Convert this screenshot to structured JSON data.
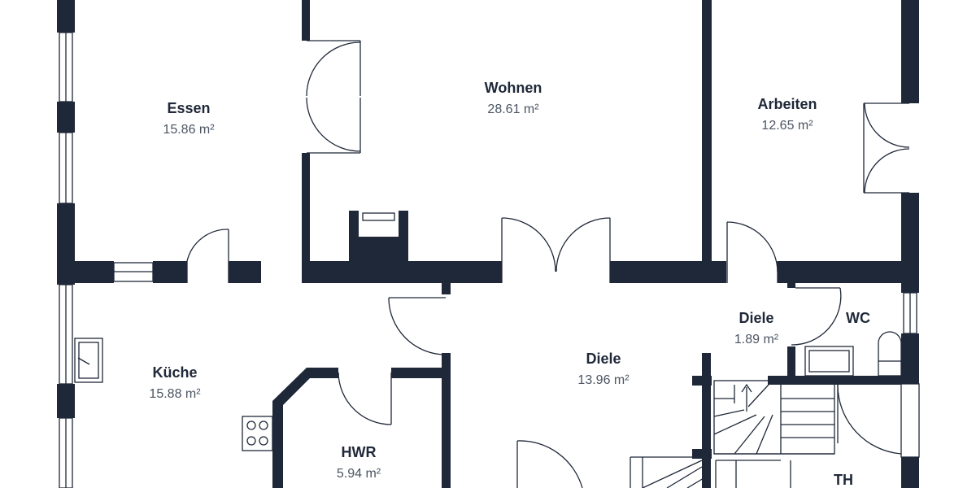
{
  "colors": {
    "wall": "#1f2838",
    "background": "#ffffff",
    "label": "#1f2838",
    "area": "#4b5563"
  },
  "rooms": [
    {
      "name": "Essen",
      "area": "15.86 m²"
    },
    {
      "name": "Wohnen",
      "area": "28.61 m²"
    },
    {
      "name": "Arbeiten",
      "area": "12.65 m²"
    },
    {
      "name": "Küche",
      "area": "15.88 m²"
    },
    {
      "name": "Diele",
      "area": "13.96 m²"
    },
    {
      "name": "Diele",
      "area": "1.89 m²"
    },
    {
      "name": "WC",
      "area": ""
    },
    {
      "name": "HWR",
      "area": "5.94 m²"
    },
    {
      "name": "TH",
      "area": ""
    }
  ],
  "fixtures": [
    "sink-icon",
    "stove-icon",
    "toilet-icon",
    "fireplace-icon",
    "staircase-icon"
  ]
}
